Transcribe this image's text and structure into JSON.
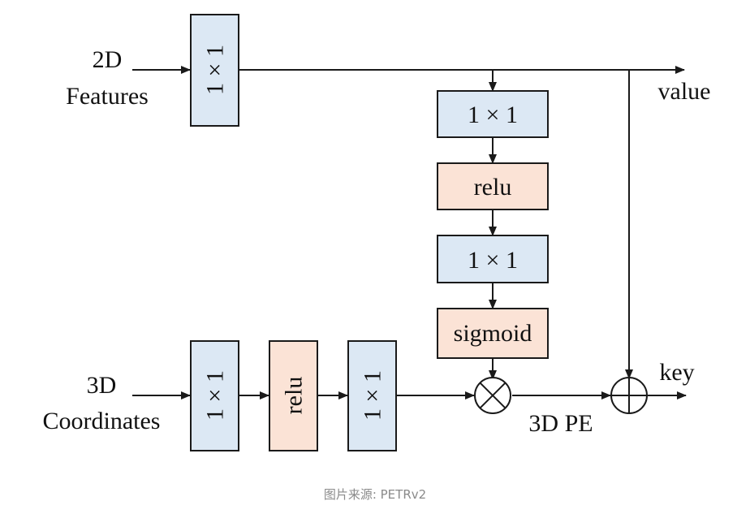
{
  "diagram": {
    "inputs": {
      "features_line1": "2D",
      "features_line2": "Features",
      "coords_line1": "3D",
      "coords_line2": "Coordinates"
    },
    "blocks": {
      "features_conv": "1 × 1",
      "gate_conv1": "1 × 1",
      "gate_relu": "relu",
      "gate_conv2": "1 × 1",
      "gate_sigmoid": "sigmoid",
      "coord_conv1": "1 × 1",
      "coord_relu": "relu",
      "coord_conv2": "1 × 1"
    },
    "outputs": {
      "value": "value",
      "key": "key",
      "pe": "3D PE"
    },
    "colors": {
      "conv_fill": "#dce8f4",
      "act_fill": "#fbe3d6",
      "stroke": "#1a1a1a"
    }
  },
  "caption": "图片来源: PETRv2"
}
